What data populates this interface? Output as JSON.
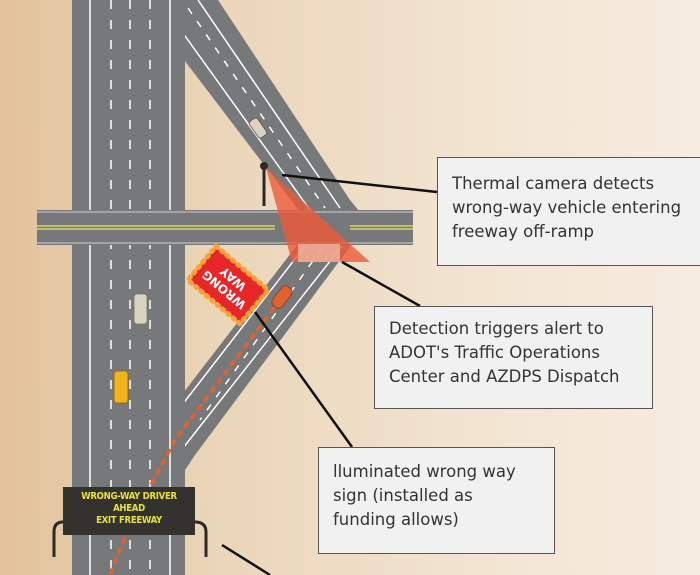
{
  "callouts": {
    "thermal_camera": [
      "Thermal camera detects",
      "wrong-way vehicle entering",
      "freeway off-ramp"
    ],
    "detection_alert": [
      "Detection triggers alert to",
      "ADOT's Traffic Operations",
      "Center and AZDPS Dispatch"
    ],
    "illuminated_sign": [
      "lluminated wrong way",
      "sign (installed as",
      "funding allows)"
    ]
  },
  "message_sign": [
    "WRONG-WAY DRIVER",
    "AHEAD",
    "EXIT FREEWAY"
  ],
  "wrong_way_sign": [
    "WRONG",
    "WAY"
  ],
  "colors": {
    "road": "#77787a",
    "lane_marking": "#ffffff",
    "center_line": "#d8d36a",
    "camera_beam": "#ee5a3a",
    "wrong_way_vehicle": "#e2622f",
    "wrong_way_sign": "#e8262a",
    "sign_lights": "#f6a43a",
    "message_text": "#e8e23a",
    "callout_bg": "#f1f1f1"
  }
}
